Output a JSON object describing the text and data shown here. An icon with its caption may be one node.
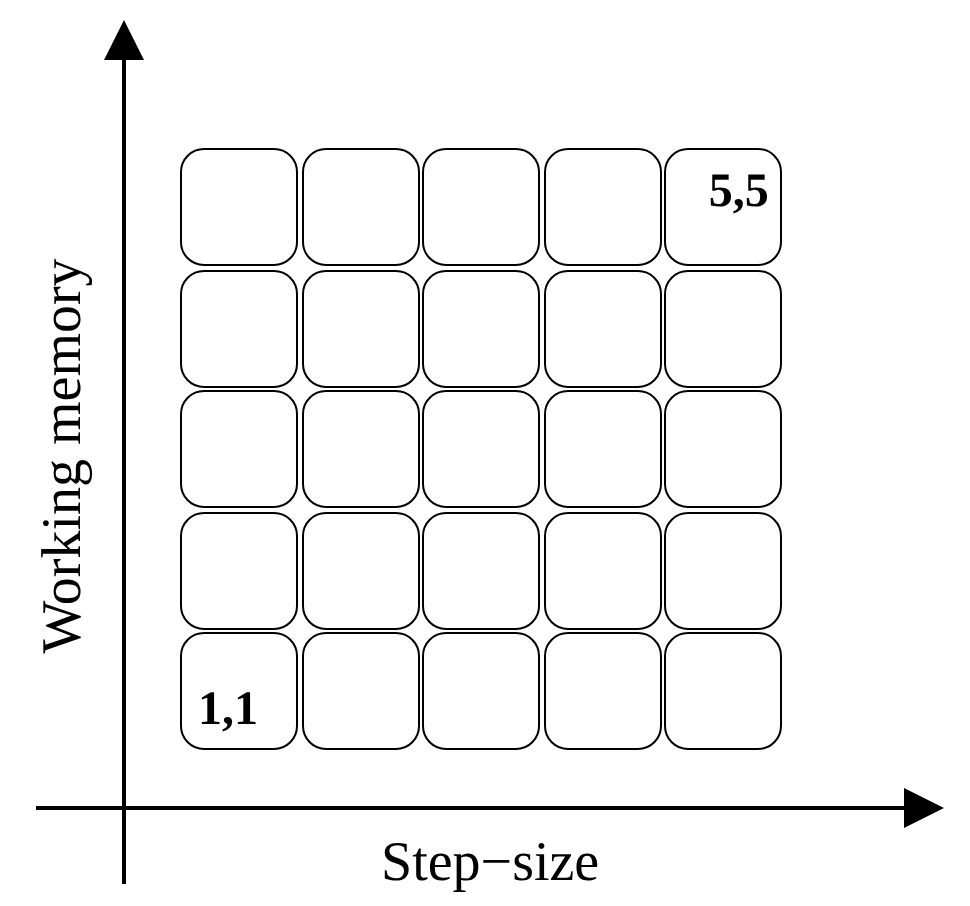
{
  "diagram": {
    "nodes": [
      {
        "text": [],
        "shape": "box"
      },
      {
        "text": [],
        "shape": "box"
      },
      {
        "text": [],
        "shape": "box"
      },
      {
        "text": [],
        "shape": "box"
      },
      {
        "text": [
          "5,5"
        ]
      },
      {
        "text": [],
        "shape": "box"
      },
      {
        "text": [],
        "shape": "box"
      },
      {
        "text": [],
        "shape": "box"
      },
      {
        "text": [],
        "shape": "box"
      },
      {
        "text": [],
        "shape": "box"
      },
      {
        "text": [],
        "shape": "box"
      },
      {
        "text": [],
        "shape": "box"
      },
      {
        "text": [],
        "shape": "box"
      },
      {
        "text": [],
        "shape": "box"
      },
      {
        "text": [],
        "shape": "box"
      },
      {
        "text": [],
        "shape": "box"
      },
      {
        "text": [],
        "shape": "box"
      },
      {
        "text": [],
        "shape": "box"
      },
      {
        "text": [],
        "shape": "box"
      },
      {
        "text": [],
        "shape": "box"
      },
      {
        "text": [
          "1,1"
        ]
      },
      {
        "text": [],
        "shape": "box"
      },
      {
        "text": [],
        "shape": "box"
      },
      {
        "text": [],
        "shape": "box"
      },
      {
        "text": [],
        "shape": "box"
      }
    ],
    "edges": [],
    "labels": [
      "Working memory",
      "Step−size"
    ]
  }
}
